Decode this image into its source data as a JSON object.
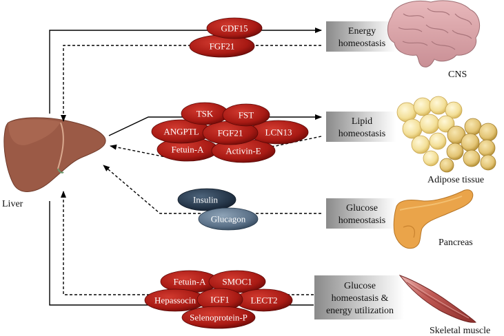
{
  "organs": {
    "liver": "Liver",
    "cns": "CNS",
    "adipose": "Adipose tissue",
    "pancreas": "Pancreas",
    "muscle": "Skeletal muscle"
  },
  "boxes": {
    "energy": [
      "Energy",
      "homeostasis"
    ],
    "lipid": [
      "Lipid",
      "homeostasis"
    ],
    "glucose": [
      "Glucose",
      "homeostasis"
    ],
    "glucose_energy": [
      "Glucose",
      "homeostasis &",
      "energy utilization"
    ]
  },
  "factors": {
    "cns": [
      "GDF15",
      "FGF21"
    ],
    "adipose": [
      "TSK",
      "FST",
      "ANGPTL",
      "FGF21",
      "LCN13",
      "Fetuin-A",
      "Activin-E"
    ],
    "pancreas": [
      "Insulin",
      "Glucagon"
    ],
    "muscle": [
      "Fetuin-A",
      "SMOC1",
      "Hepassocin",
      "IGF1",
      "LECT2",
      "Selenoprotein-P"
    ]
  },
  "colors": {
    "red_oval": "#b5211b",
    "red_oval_dark": "#7a0d0a",
    "navy_oval": "#2b3d52",
    "navy_oval_light": "#5d7389",
    "liver": "#9a5b47",
    "brain": "#d8a3a8",
    "fat": "#f0dd9a",
    "pancreas": "#e9a64a",
    "muscle": "#b84a46"
  }
}
